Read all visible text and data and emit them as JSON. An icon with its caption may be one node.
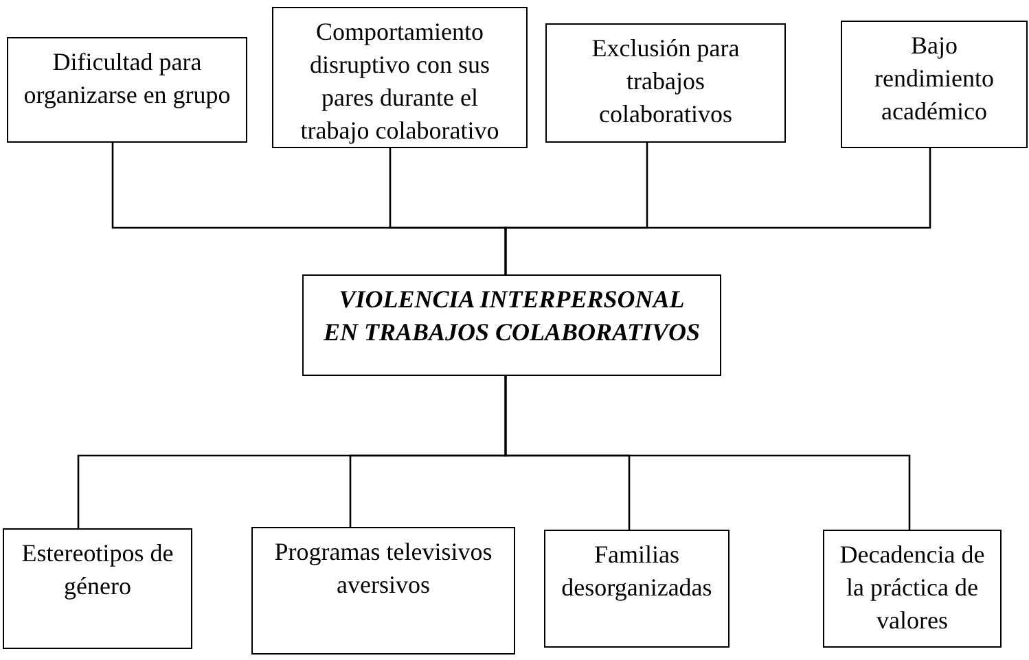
{
  "diagram": {
    "nodes": [
      {
        "text": [
          "Dificultad para organizarse en grupo"
        ]
      },
      {
        "text": [
          "Comportamiento disruptivo con sus pares durante el trabajo colaborativo"
        ]
      },
      {
        "text": [
          "Exclusión para trabajos colaborativos"
        ]
      },
      {
        "text": [
          "Bajo rendimiento académico"
        ]
      },
      {
        "text": [
          "VIOLENCIA INTERPERSONAL EN TRABAJOS COLABORATIVOS"
        ]
      },
      {
        "text": [
          "Estereotipos de género"
        ]
      },
      {
        "text": [
          "Programas televisivos aversivos"
        ]
      },
      {
        "text": [
          "Familias desorganizadas"
        ]
      },
      {
        "text": [
          "Decadencia de la práctica de valores"
        ]
      }
    ],
    "edges": [
      {
        "from": 0,
        "to": 4,
        "arrow": "none"
      },
      {
        "from": 1,
        "to": 4,
        "arrow": "none"
      },
      {
        "from": 2,
        "to": 4,
        "arrow": "none"
      },
      {
        "from": 3,
        "to": 4,
        "arrow": "none"
      },
      {
        "from": 4,
        "to": 5,
        "arrow": "none"
      },
      {
        "from": 4,
        "to": 6,
        "arrow": "none"
      },
      {
        "from": 4,
        "to": 7,
        "arrow": "none"
      },
      {
        "from": 4,
        "to": 8,
        "arrow": "none"
      }
    ]
  }
}
